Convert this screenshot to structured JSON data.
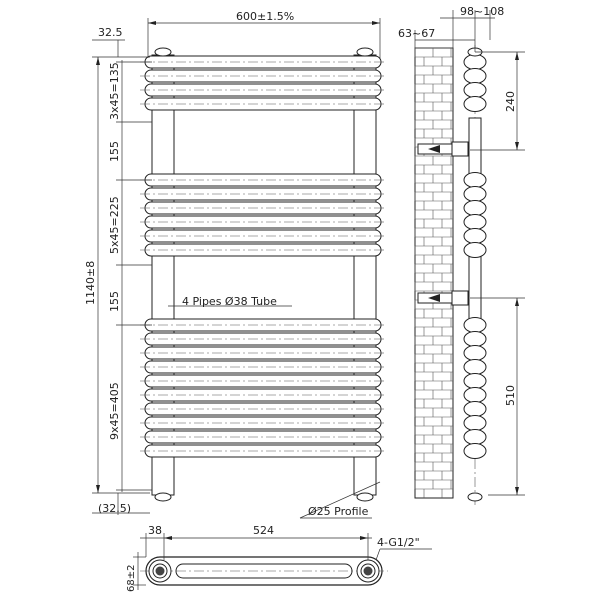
{
  "dimensions": {
    "overall_width": "600±1.5%",
    "top_offset": "32.5",
    "bottom_offset": "(32.5)",
    "total_height": "1140±8",
    "top_group": "3x45=135",
    "gap_upper": "155",
    "middle_group": "5x45=225",
    "gap_lower": "155",
    "bottom_group": "9x45=405",
    "depth_range": "98~108",
    "wall_gap": "63~67",
    "bracket_top": "240",
    "bracket_spacing": "510",
    "pipe_offset": "38",
    "pipe_spacing": "524",
    "profile_depth": "68±2"
  },
  "labels": {
    "pipes_note": "4 Pipes Ø38 Tube",
    "profile_note": "Ø25 Profile",
    "thread_note": "4-G1/2\""
  }
}
